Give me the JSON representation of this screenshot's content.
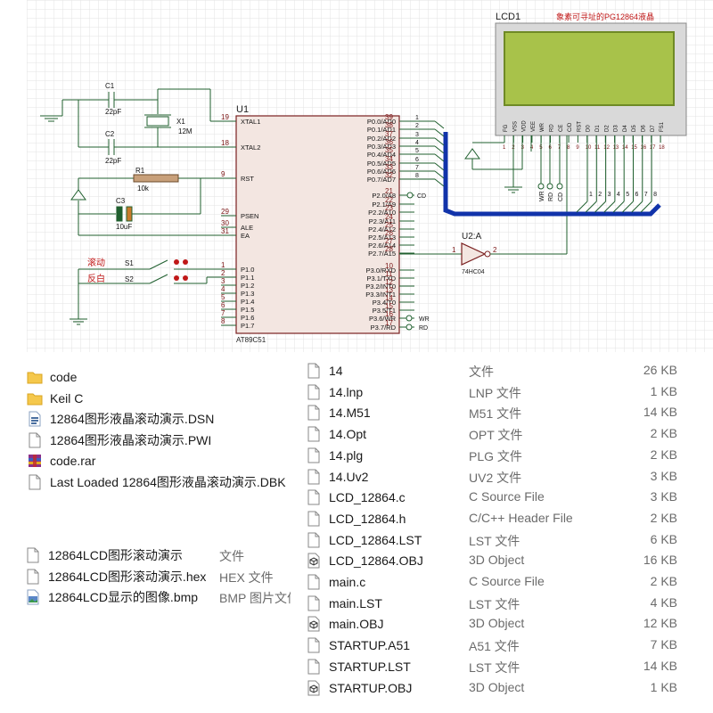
{
  "schematic": {
    "lcd": {
      "ref": "LCD1",
      "title": "象素可寻址的PG12864液晶",
      "pins": [
        "FG",
        "VSS",
        "VDD",
        "VEE",
        "WR",
        "RD",
        "CE",
        "C/D",
        "RST",
        "D0",
        "D1",
        "D2",
        "D3",
        "D4",
        "D5",
        "D6",
        "D7",
        "FS1"
      ],
      "pin_numbers": [
        "1",
        "2",
        "3",
        "4",
        "5",
        "6",
        "7",
        "8",
        "9",
        "10",
        "11",
        "12",
        "13",
        "14",
        "15",
        "16",
        "17",
        "18"
      ],
      "net_labels": [
        "WR",
        "RD",
        "CD"
      ],
      "bus_numbers": [
        "1",
        "2",
        "3",
        "4",
        "5",
        "6",
        "7",
        "8"
      ]
    },
    "mcu": {
      "ref": "U1",
      "part": "AT89C51",
      "left_pins": [
        {
          "num": "19",
          "name": "XTAL1"
        },
        {
          "num": "18",
          "name": "XTAL2"
        },
        {
          "num": "9",
          "name": "RST"
        },
        {
          "num": "29",
          "name": "PSEN"
        },
        {
          "num": "30",
          "name": "ALE"
        },
        {
          "num": "31",
          "name": "EA"
        },
        {
          "num": "1",
          "name": "P1.0"
        },
        {
          "num": "2",
          "name": "P1.1"
        },
        {
          "num": "3",
          "name": "P1.2"
        },
        {
          "num": "4",
          "name": "P1.3"
        },
        {
          "num": "5",
          "name": "P1.4"
        },
        {
          "num": "6",
          "name": "P1.5"
        },
        {
          "num": "7",
          "name": "P1.6"
        },
        {
          "num": "8",
          "name": "P1.7"
        }
      ],
      "right_pins": [
        {
          "num": "39",
          "name": "P0.0/AD0"
        },
        {
          "num": "38",
          "name": "P0.1/AD1"
        },
        {
          "num": "37",
          "name": "P0.2/AD2"
        },
        {
          "num": "36",
          "name": "P0.3/AD3"
        },
        {
          "num": "35",
          "name": "P0.4/AD4"
        },
        {
          "num": "34",
          "name": "P0.5/AD5"
        },
        {
          "num": "33",
          "name": "P0.6/AD6"
        },
        {
          "num": "32",
          "name": "P0.7/AD7"
        },
        {
          "num": "21",
          "name": "P2.0/A8"
        },
        {
          "num": "22",
          "name": "P2.1/A9"
        },
        {
          "num": "23",
          "name": "P2.2/A10"
        },
        {
          "num": "24",
          "name": "P2.3/A11"
        },
        {
          "num": "25",
          "name": "P2.4/A12"
        },
        {
          "num": "26",
          "name": "P2.5/A13"
        },
        {
          "num": "27",
          "name": "P2.6/A14"
        },
        {
          "num": "28",
          "name": "P2.7/A15"
        },
        {
          "num": "10",
          "name": "P3.0/RXD"
        },
        {
          "num": "11",
          "name": "P3.1/TXD"
        },
        {
          "num": "12",
          "name": "P3.2/INT0"
        },
        {
          "num": "13",
          "name": "P3.3/INT1"
        },
        {
          "num": "14",
          "name": "P3.4/T0"
        },
        {
          "num": "15",
          "name": "P3.5/T1"
        },
        {
          "num": "16",
          "name": "P3.6/WR"
        },
        {
          "num": "17",
          "name": "P3.7/RD"
        }
      ],
      "net_cd": "CD",
      "net_wr": "WR",
      "net_rd": "RD",
      "p0_bus_numbers": [
        "1",
        "2",
        "3",
        "4",
        "5",
        "6",
        "7",
        "8"
      ]
    },
    "c1": {
      "ref": "C1",
      "value": "22pF"
    },
    "c2": {
      "ref": "C2",
      "value": "22pF"
    },
    "c3": {
      "ref": "C3",
      "value": "10uF"
    },
    "r1": {
      "ref": "R1",
      "value": "10k"
    },
    "x1": {
      "ref": "X1",
      "value": "12M"
    },
    "s1": {
      "ref": "S1",
      "label": "滚动"
    },
    "s2": {
      "ref": "S2",
      "label": "反白"
    },
    "u2": {
      "ref": "U2:A",
      "part": "74HC04",
      "in_pin": "1",
      "out_pin": "2"
    }
  },
  "files_left_top": [
    {
      "name": "code",
      "icon": "folder-icon"
    },
    {
      "name": "Keil C",
      "icon": "folder-icon"
    },
    {
      "name": "12864图形液晶滚动演示.DSN",
      "icon": "dsn-file-icon"
    },
    {
      "name": "12864图形液晶滚动演示.PWI",
      "icon": "file-icon"
    },
    {
      "name": "code.rar",
      "icon": "rar-archive-icon"
    },
    {
      "name": "Last Loaded 12864图形液晶滚动演示.DBK",
      "icon": "file-icon"
    }
  ],
  "files_left_bottom": [
    {
      "name": "12864LCD图形滚动演示",
      "type": "文件",
      "icon": "file-icon"
    },
    {
      "name": "12864LCD图形滚动演示.hex",
      "type": "HEX 文件",
      "icon": "file-icon"
    },
    {
      "name": "12864LCD显示的图像.bmp",
      "type": "BMP 图片文件",
      "icon": "bmp-image-icon"
    }
  ],
  "files_right": [
    {
      "name": "14",
      "type": "文件",
      "size": "26 KB",
      "icon": "file-icon"
    },
    {
      "name": "14.lnp",
      "type": "LNP 文件",
      "size": "1 KB",
      "icon": "file-icon"
    },
    {
      "name": "14.M51",
      "type": "M51 文件",
      "size": "14 KB",
      "icon": "file-icon"
    },
    {
      "name": "14.Opt",
      "type": "OPT 文件",
      "size": "2 KB",
      "icon": "file-icon"
    },
    {
      "name": "14.plg",
      "type": "PLG 文件",
      "size": "2 KB",
      "icon": "file-icon"
    },
    {
      "name": "14.Uv2",
      "type": "UV2 文件",
      "size": "3 KB",
      "icon": "file-icon"
    },
    {
      "name": "LCD_12864.c",
      "type": "C Source File",
      "size": "3 KB",
      "icon": "file-icon"
    },
    {
      "name": "LCD_12864.h",
      "type": "C/C++ Header File",
      "size": "2 KB",
      "icon": "file-icon"
    },
    {
      "name": "LCD_12864.LST",
      "type": "LST 文件",
      "size": "6 KB",
      "icon": "file-icon"
    },
    {
      "name": "LCD_12864.OBJ",
      "type": "3D Object",
      "size": "16 KB",
      "icon": "3d-object-icon"
    },
    {
      "name": "main.c",
      "type": "C Source File",
      "size": "2 KB",
      "icon": "file-icon"
    },
    {
      "name": "main.LST",
      "type": "LST 文件",
      "size": "4 KB",
      "icon": "file-icon"
    },
    {
      "name": "main.OBJ",
      "type": "3D Object",
      "size": "12 KB",
      "icon": "3d-object-icon"
    },
    {
      "name": "STARTUP.A51",
      "type": "A51 文件",
      "size": "7 KB",
      "icon": "file-icon"
    },
    {
      "name": "STARTUP.LST",
      "type": "LST 文件",
      "size": "14 KB",
      "icon": "file-icon"
    },
    {
      "name": "STARTUP.OBJ",
      "type": "3D Object",
      "size": "1 KB",
      "icon": "3d-object-icon"
    }
  ],
  "colors": {
    "grid": "#e3e3e3",
    "wire": "#1f5f2e",
    "bus": "#1133aa",
    "chip_fill": "#f3e6e1",
    "chip_stroke": "#7a2020",
    "lcd_screen": "#a8c24a",
    "lcd_frame": "#d9d9d9",
    "switch_label": "#c01818",
    "folder": "#f5c84c"
  }
}
